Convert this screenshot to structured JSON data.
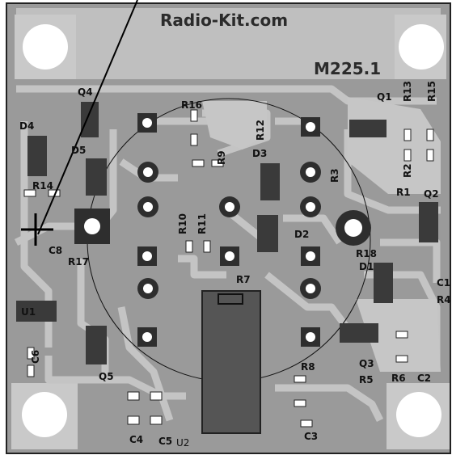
{
  "board": {
    "brand": "Radio-Kit.com",
    "model": "M225.1",
    "colors": {
      "board": "#9a9a9a",
      "copper": "#bfbfbf",
      "pad": "#ffffff",
      "component": "#3a3a3a",
      "silkscreen": "#111111"
    }
  },
  "labels": {
    "q4": "Q4",
    "r16": "R16",
    "q1": "Q1",
    "r13": "R13",
    "r15": "R15",
    "d4": "D4",
    "d5": "D5",
    "r12": "R12",
    "r9": "R9",
    "d3": "D3",
    "r3": "R3",
    "r2": "R2",
    "r14": "R14",
    "r1": "R1",
    "q2": "Q2",
    "r10": "R10",
    "r11": "R11",
    "d2": "D2",
    "r18": "R18",
    "c8": "C8",
    "r17": "R17",
    "d1": "D1",
    "r7": "R7",
    "c1": "C1",
    "r4": "R4",
    "u1": "U1",
    "c6": "C6",
    "q5": "Q5",
    "r8": "R8",
    "q3": "Q3",
    "r5": "R5",
    "r6": "R6",
    "c2": "C2",
    "c4": "C4",
    "c5": "C5",
    "u2": "U2",
    "c3": "C3"
  }
}
